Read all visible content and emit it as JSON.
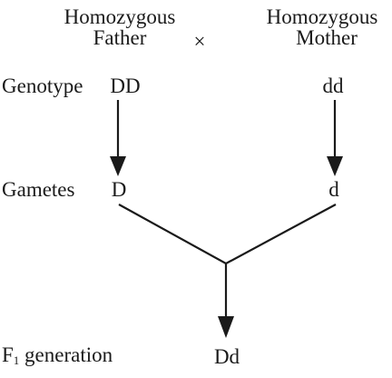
{
  "father": {
    "line1": "Homozygous",
    "line2": "Father"
  },
  "mother": {
    "line1": "Homozygous",
    "line2": "Mother"
  },
  "cross_symbol": "×",
  "rows": {
    "genotype_label": "Genotype",
    "gametes_label": "Gametes",
    "f1_label_prefix": "F",
    "f1_label_sub": "1",
    "f1_label_suffix": " generation"
  },
  "father_genotype": "DD",
  "mother_genotype": "dd",
  "father_gamete": "D",
  "mother_gamete": "d",
  "offspring_genotype": "Dd"
}
